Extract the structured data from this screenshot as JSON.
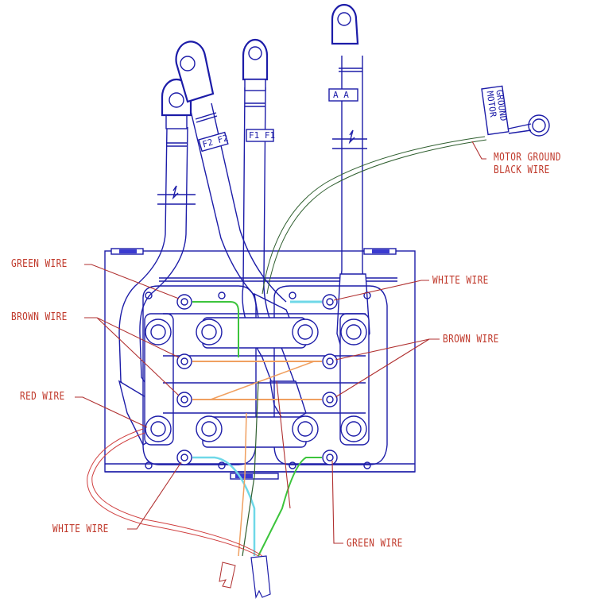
{
  "diagram": {
    "type": "winch solenoid wiring diagram",
    "colors": {
      "outline": "#1c1ca8",
      "label": "#c0392b",
      "green_wire": "#3cc43c",
      "white_wire": "#6fd8e8",
      "brown_wire": "#f0a060",
      "red_wire": "#d04040",
      "black_wire": "#2e5e2e"
    },
    "cable_tags": {
      "f2": "F2 F2",
      "f1": "F1 F1",
      "a": "A  A",
      "motor_ground_tag_line1": "MOTOR",
      "motor_ground_tag_line2": "GROUND"
    },
    "labels": {
      "motor_ground_line1": "MOTOR GROUND",
      "motor_ground_line2": "BLACK WIRE",
      "green_wire_left": "GREEN WIRE",
      "brown_wire_left": "BROWN WIRE",
      "red_wire_left": "RED WIRE",
      "white_wire_right": "WHITE WIRE",
      "brown_wire_right": "BROWN WIRE",
      "white_wire_bottom": "WHITE WIRE",
      "green_wire_bottom": "GREEN WIRE"
    }
  }
}
